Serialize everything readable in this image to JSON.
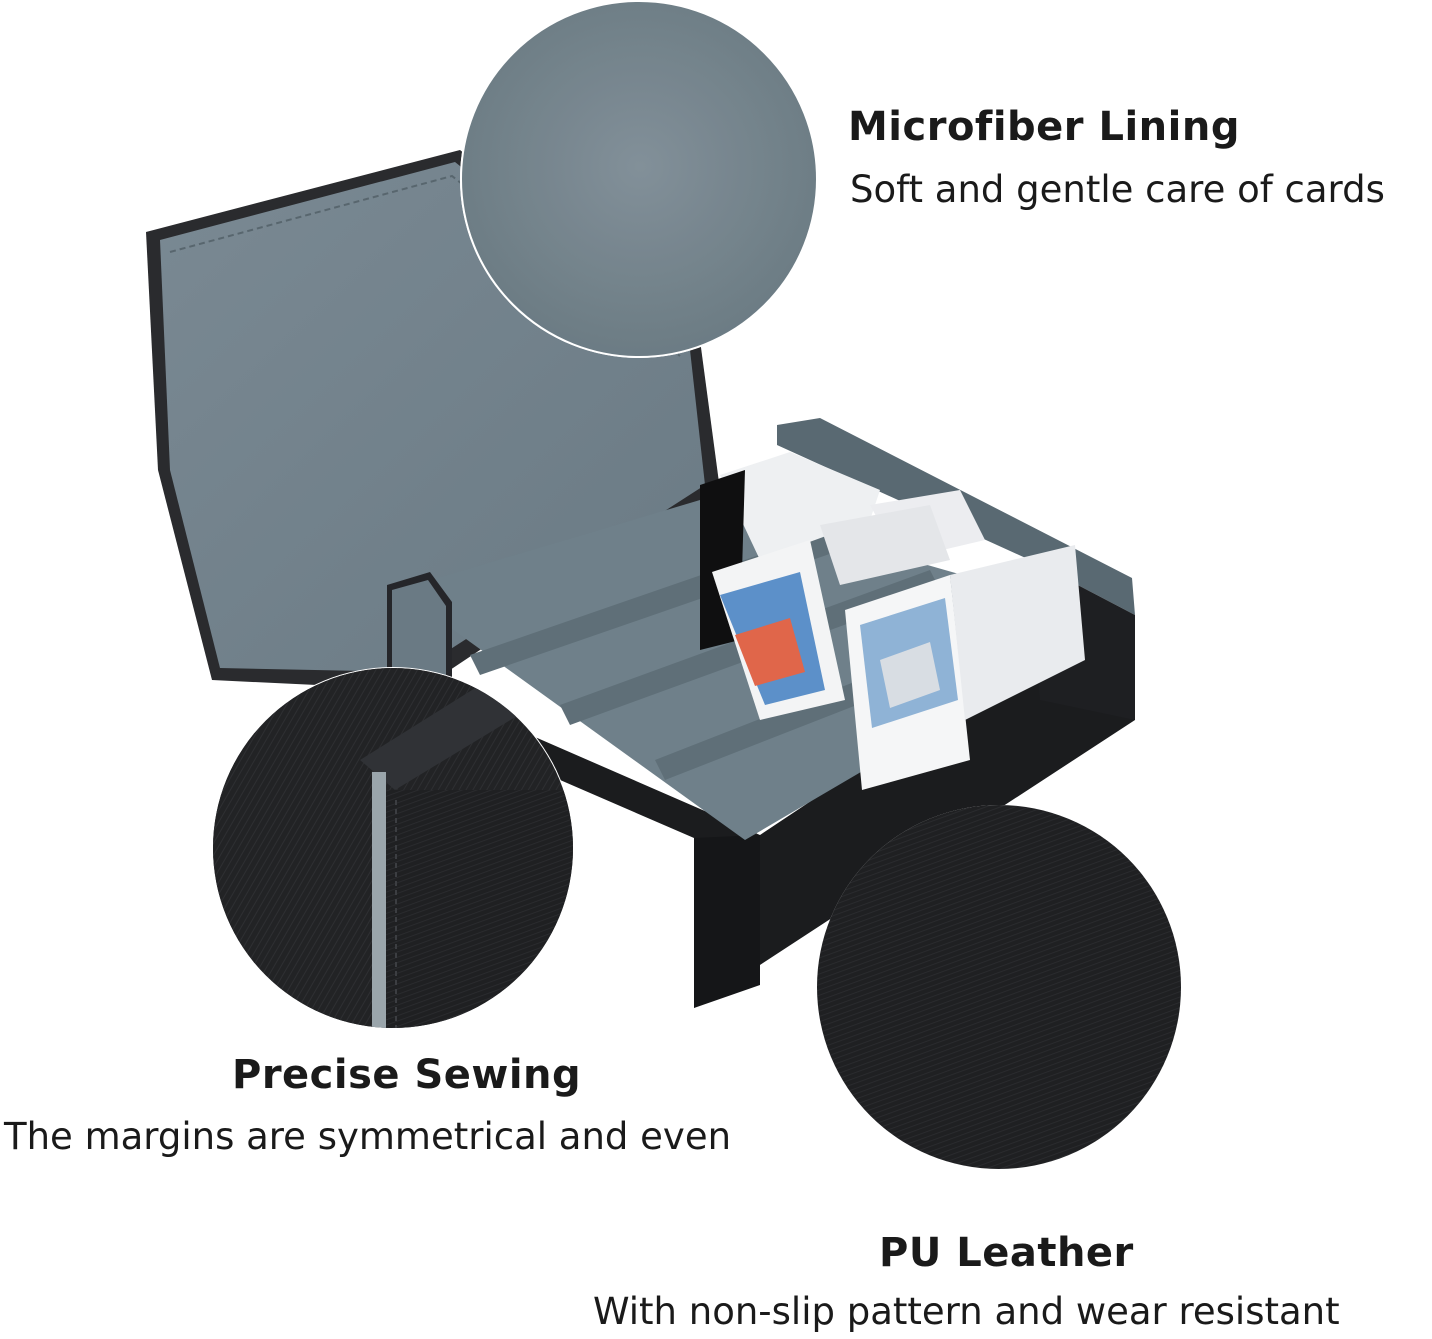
{
  "features": {
    "microfiber_lining": {
      "title": "Microfiber Lining",
      "description": "Soft and gentle care of cards"
    },
    "precise_sewing": {
      "title": "Precise Sewing",
      "description": "The margins are symmetrical and even"
    },
    "pu_leather": {
      "title": "PU Leather",
      "description": "With non-slip pattern and wear resistant"
    }
  },
  "colors": {
    "lining_gray": "#6e7f89",
    "leather_black": "#1b1c1e",
    "background": "#ffffff"
  }
}
